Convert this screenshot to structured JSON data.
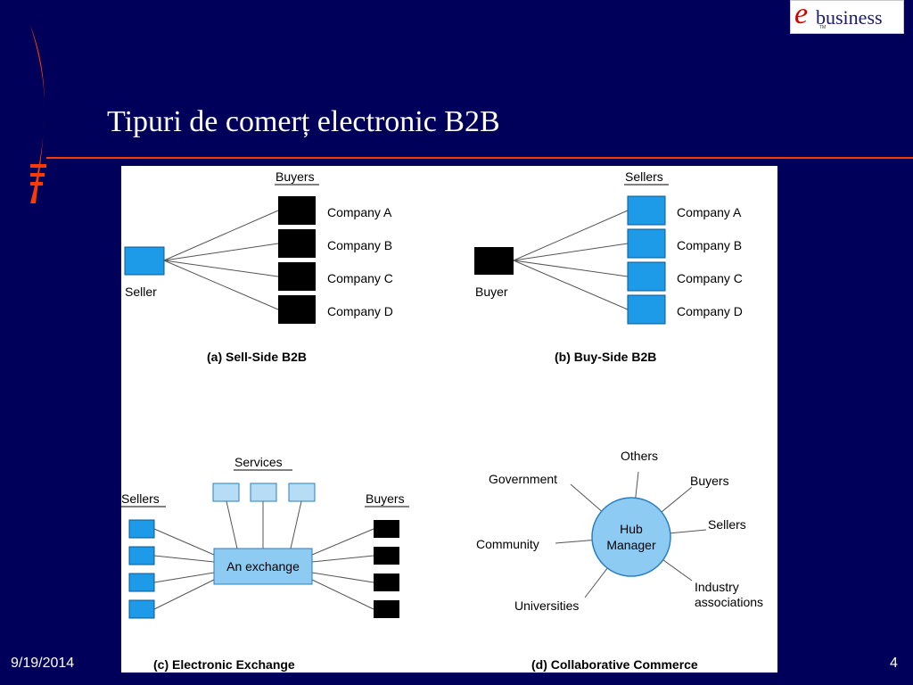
{
  "slide": {
    "title": "Tipuri de comerț electronic B2B",
    "date": "9/19/2014",
    "page_number": "4"
  },
  "logo": {
    "letter": "e",
    "text": "business",
    "mark": "TM"
  },
  "colors": {
    "background": "#00005a",
    "accent": "#ff3a00",
    "box_blue": "#1e9be8",
    "box_light": "#b7dcf5",
    "hub": "#8ecbf2",
    "box_dark": "#000000"
  },
  "diagrams": {
    "sell_side": {
      "caption": "(a) Sell-Side B2B",
      "group_label": "Buyers",
      "hub_label": "Seller",
      "companies": [
        "Company A",
        "Company B",
        "Company C",
        "Company D"
      ]
    },
    "buy_side": {
      "caption": "(b) Buy-Side B2B",
      "group_label": "Sellers",
      "hub_label": "Buyer",
      "companies": [
        "Company A",
        "Company B",
        "Company C",
        "Company D"
      ]
    },
    "exchange": {
      "caption": "(c) Electronic Exchange",
      "services_label": "Services",
      "sellers_label": "Sellers",
      "buyers_label": "Buyers",
      "center_label": "An exchange"
    },
    "collaborative": {
      "caption": "(d) Collaborative Commerce",
      "hub_line1": "Hub",
      "hub_line2": "Manager",
      "spokes": {
        "government": "Government",
        "others": "Others",
        "buyers": "Buyers",
        "sellers": "Sellers",
        "community": "Community",
        "universities": "Universities",
        "industry_line1": "Industry",
        "industry_line2": "associations"
      }
    }
  }
}
